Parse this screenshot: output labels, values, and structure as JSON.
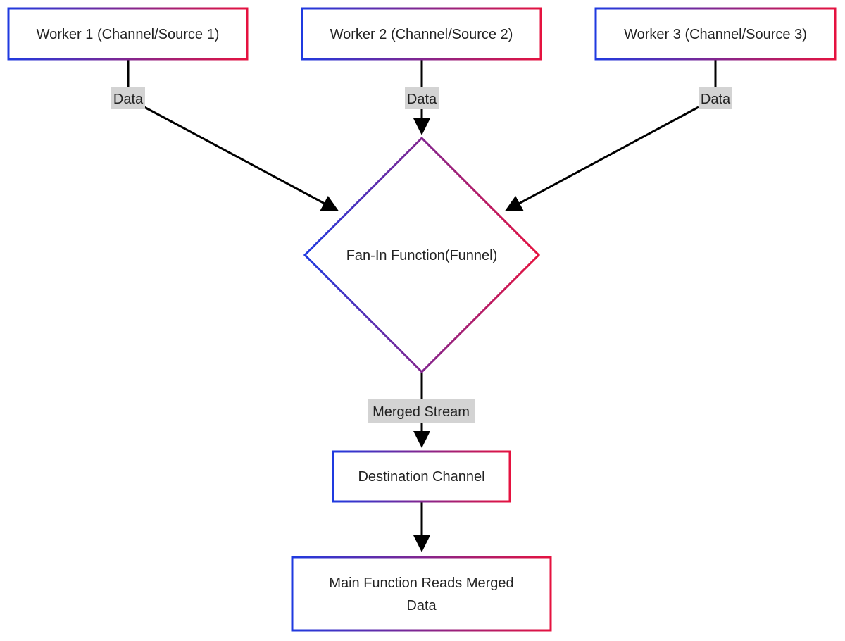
{
  "diagram": {
    "colors": {
      "border_gradient_start": "#1f3ae0",
      "border_gradient_end": "#e5123f",
      "edge": "#000000",
      "label_background": "#d3d3d3",
      "text": "#222222"
    },
    "nodes": {
      "worker1": {
        "label": "Worker 1 (Channel/Source 1)"
      },
      "worker2": {
        "label": "Worker 2 (Channel/Source 2)"
      },
      "worker3": {
        "label": "Worker 3 (Channel/Source 3)"
      },
      "fanin": {
        "label": "Fan-In Function(Funnel)"
      },
      "destination": {
        "label": "Destination Channel"
      },
      "main": {
        "label_line1": "Main Function Reads Merged",
        "label_line2": "Data"
      }
    },
    "edges": {
      "w1_to_fanin": {
        "label": "Data"
      },
      "w2_to_fanin": {
        "label": "Data"
      },
      "w3_to_fanin": {
        "label": "Data"
      },
      "fanin_to_destination": {
        "label": "Merged Stream"
      },
      "destination_to_main": {
        "label": ""
      }
    }
  }
}
